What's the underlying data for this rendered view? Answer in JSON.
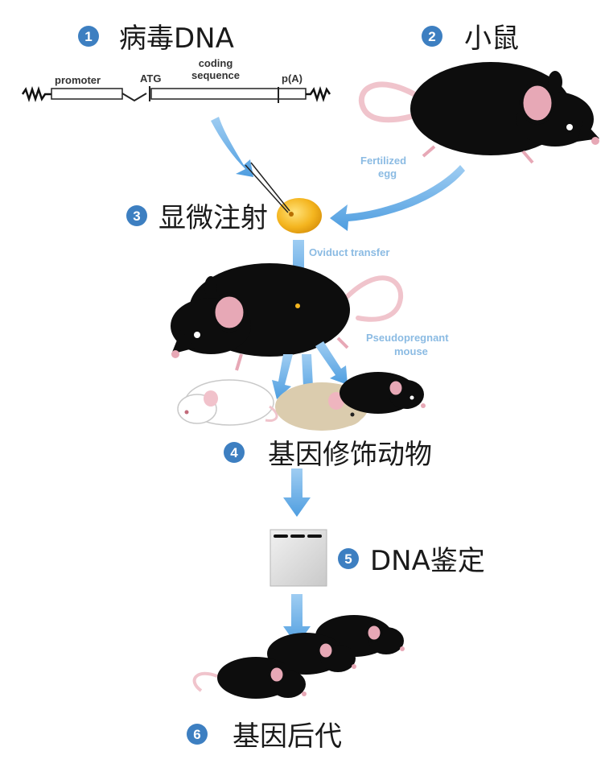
{
  "steps": {
    "s1": {
      "num": "1",
      "label": "病毒DNA"
    },
    "s2": {
      "num": "2",
      "label": "小鼠"
    },
    "s3": {
      "num": "3",
      "label": "显微注射"
    },
    "s4": {
      "num": "4",
      "label": "基因修饰动物"
    },
    "s5": {
      "num": "5",
      "label": "DNA鉴定"
    },
    "s6": {
      "num": "6",
      "label": "基因后代"
    }
  },
  "construct": {
    "promoter": "promoter",
    "atg": "ATG",
    "coding_line1": "coding",
    "coding_line2": "sequence",
    "polya": "p(A)"
  },
  "annotations": {
    "fertilized_line1": "Fertilized",
    "fertilized_line2": "egg",
    "oviduct": "Oviduct transfer",
    "pseudo_line1": "Pseudopregnant",
    "pseudo_line2": "mouse"
  },
  "colors": {
    "badge": "#3d7fc1",
    "arrow": "#6aaee6",
    "mouse_black": "#0d0d0d",
    "mouse_ear": "#e7a8b6",
    "egg": "#f2b21c",
    "gel_band": "#111111"
  }
}
